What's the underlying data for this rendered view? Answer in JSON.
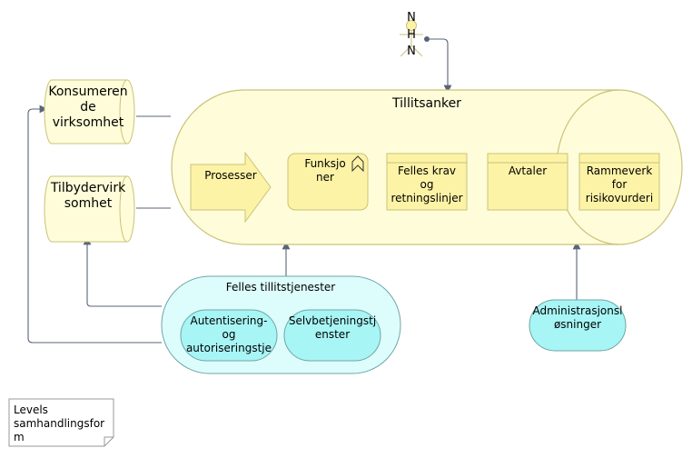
{
  "diagram": {
    "actor": {
      "label_top": "N",
      "label_middle": "H",
      "label_bottom": "N"
    },
    "tillitsanker": {
      "title": "Tillitsanker",
      "prosesser": "Prosesser",
      "funksjoner": [
        "Funksjo",
        "ner"
      ],
      "felles_krav": [
        "Felles krav",
        "og",
        "retningslinjer"
      ],
      "avtaler": "Avtaler",
      "rammeverk": [
        "Rammeverk",
        "for",
        "risikovurderi"
      ]
    },
    "konsumeren": [
      "Konsumeren",
      "de",
      "virksomhet"
    ],
    "tilbyder": [
      "Tilbydervirk",
      "somhet"
    ],
    "felles_tjenester": {
      "title": "Felles tillitstjenester",
      "autentisering": [
        "Autentisering-",
        "og",
        "autoriseringstje"
      ],
      "selvbetjening": [
        "Selvbetjeningstj",
        "enster"
      ]
    },
    "administrasjon": [
      "Administrasjonsl",
      "øsninger"
    ],
    "note": [
      "Levels",
      "samhandlingsfor",
      "m"
    ]
  },
  "colors": {
    "app_fill": "#fffdd9",
    "app_stroke": "#c9c27a",
    "process_fill": "#fdf3a6",
    "tech_fill": "#c9fbfb",
    "tech_stroke": "#6fa6a6",
    "service_fill": "#a8f5f5",
    "line": "#5a6478"
  }
}
